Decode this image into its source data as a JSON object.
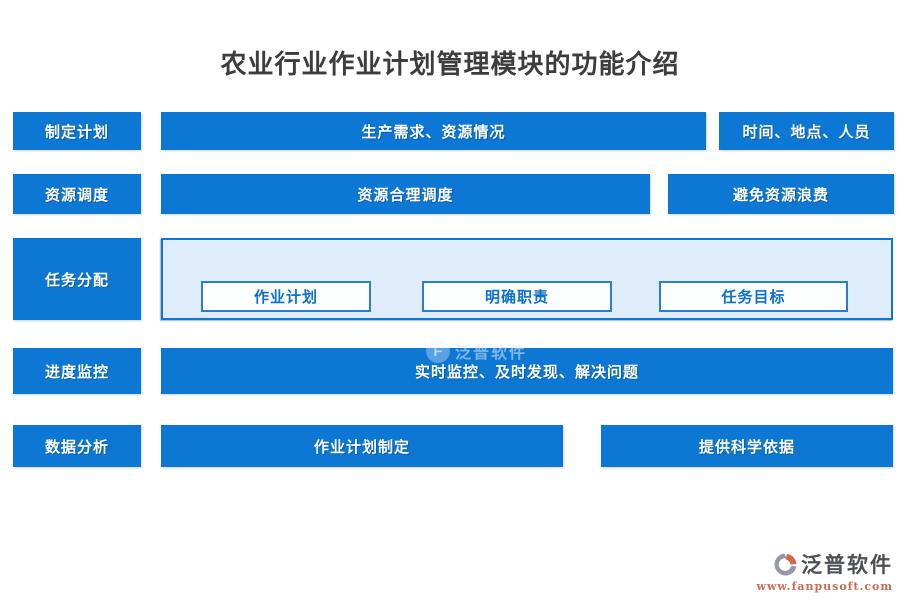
{
  "title": "农业行业作业计划管理模块的功能介绍",
  "colors": {
    "primary_blue": "#0d78d4",
    "panel_fill": "#dfecfb",
    "panel_border": "#0d78d4",
    "subbox_text_blue": "#0d6fd0",
    "title_text": "#3d3d3d",
    "logo_gray": "#929aa6",
    "logo_orange": "#cf6a50"
  },
  "rows": [
    {
      "label": "制定计划",
      "cells": [
        "生产需求、资源情况",
        "时间、地点、人员"
      ]
    },
    {
      "label": "资源调度",
      "cells": [
        "资源合理调度",
        "避免资源浪费"
      ]
    },
    {
      "label": "任务分配",
      "panel_items": [
        "作业计划",
        "明确职责",
        "任务目标"
      ]
    },
    {
      "label": "进度监控",
      "cells": [
        "实时监控、及时发现、解决问题"
      ]
    },
    {
      "label": "数据分析",
      "cells": [
        "作业计划制定",
        "提供科学依据"
      ]
    }
  ],
  "watermark": {
    "brand": "泛普软件",
    "icon_letter": "F"
  },
  "footer_logo": {
    "brand": "泛普软件",
    "website": "www.fanpusoft.com"
  }
}
